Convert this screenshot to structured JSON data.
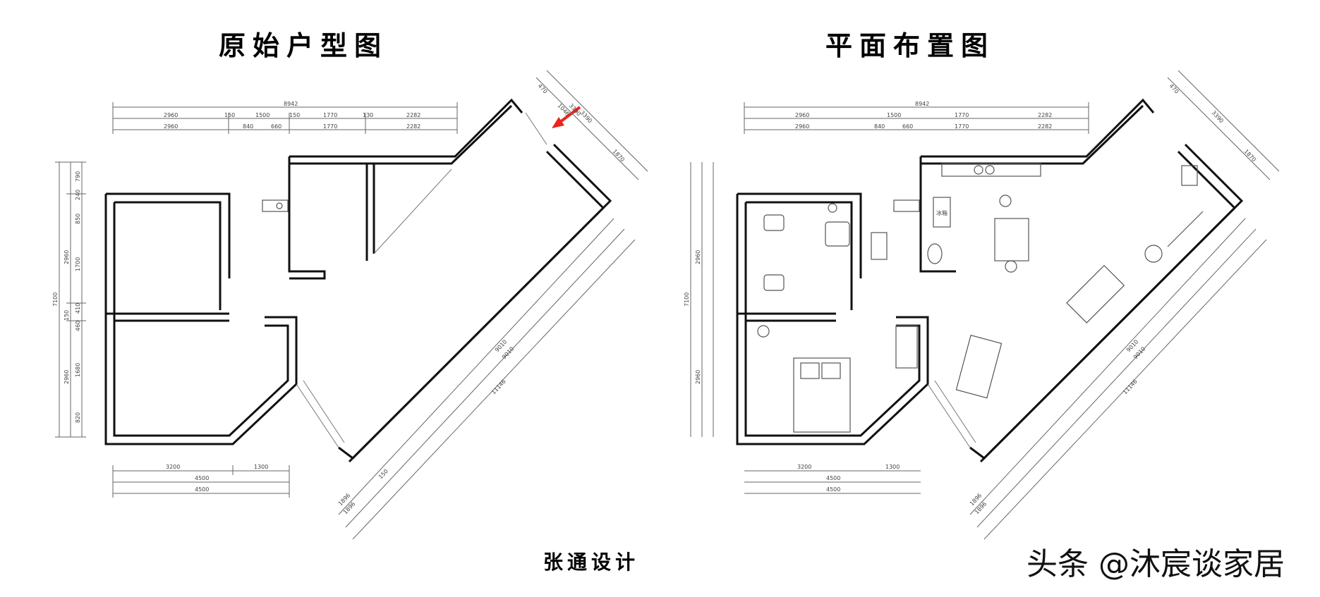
{
  "titles": {
    "original": "原始户型图",
    "layout": "平面布置图"
  },
  "credits": {
    "designer": "张通设计",
    "watermark": "头条 @沐宸谈家居"
  },
  "dims": {
    "total_top": "8942",
    "top_row1": [
      "2960",
      "150",
      "1500",
      "150",
      "1770",
      "130",
      "2282"
    ],
    "top_row2": [
      "2960",
      "840",
      "660",
      "1770",
      "2282"
    ],
    "left_col": [
      "790",
      "240",
      "850",
      "2960",
      "1700",
      "7100",
      "150",
      "410",
      "460",
      "2960",
      "1680",
      "820"
    ],
    "bottom": [
      "3200",
      "1300",
      "4500",
      "4500"
    ],
    "diagonal_long": [
      "9010",
      "9010",
      "11146"
    ],
    "diagonal_short": [
      "1896",
      "1896",
      "150"
    ],
    "diagonal_top": [
      "470",
      "1046",
      "150",
      "3390",
      "3390",
      "1870"
    ]
  },
  "labels": {
    "fridge": "冰箱"
  },
  "colors": {
    "arrow": "#e8261c",
    "wall": "#111111",
    "dim": "#666666"
  }
}
